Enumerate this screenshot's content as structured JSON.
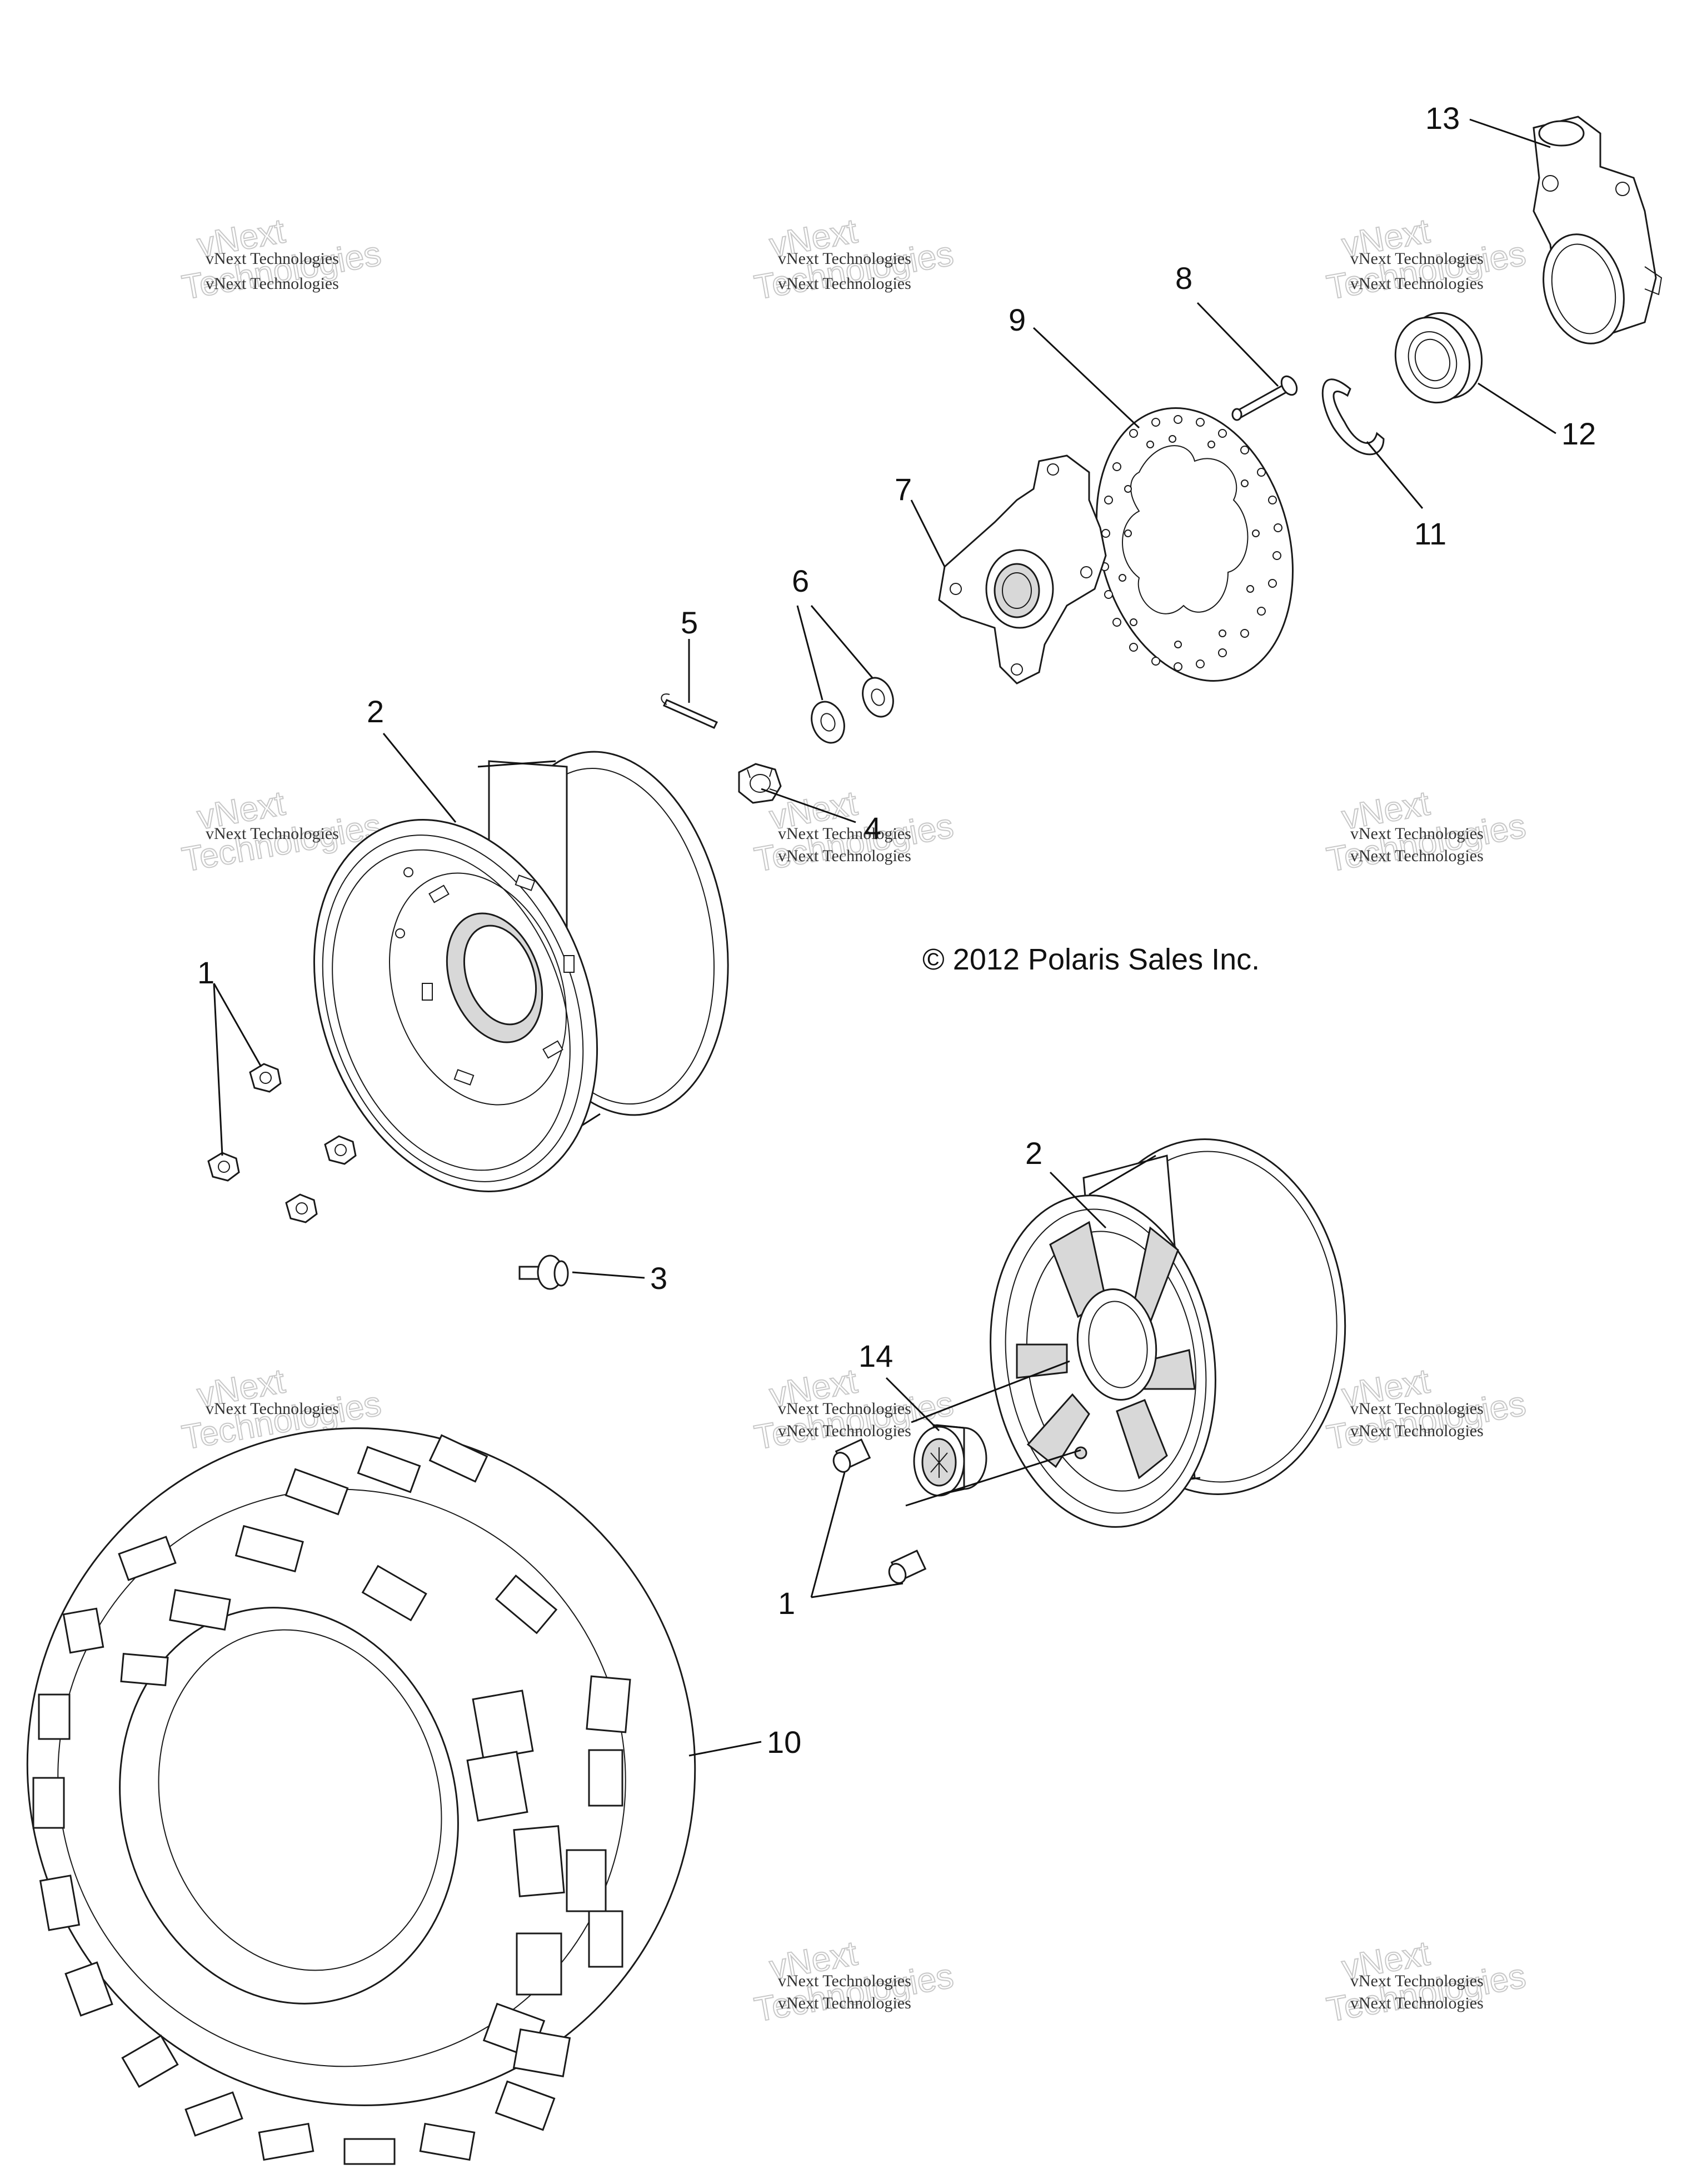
{
  "copyright": "© 2012 Polaris Sales Inc.",
  "watermark": {
    "line1": "vNext Technologies",
    "line2": "vNext",
    "line3": "Technologies"
  },
  "callouts": {
    "c1a": "1",
    "c1b": "1",
    "c2a": "2",
    "c2b": "2",
    "c3": "3",
    "c4": "4",
    "c5": "5",
    "c6": "6",
    "c7": "7",
    "c8": "8",
    "c9": "9",
    "c10": "10",
    "c11": "11",
    "c12": "12",
    "c13": "13",
    "c14": "14"
  },
  "colors": {
    "line": "#111111",
    "watermark_outline": "#c8c8c8"
  }
}
